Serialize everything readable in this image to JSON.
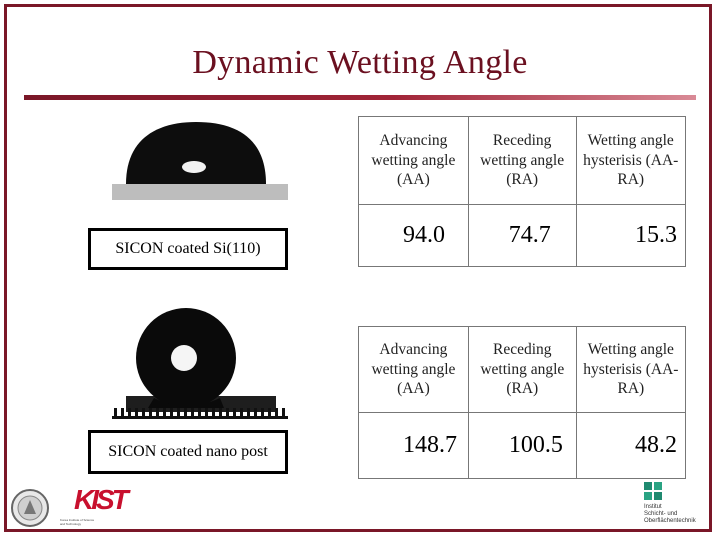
{
  "slide": {
    "title": "Dynamic Wetting Angle"
  },
  "samples": [
    {
      "label": "SICON coated Si(110)",
      "headers": [
        "Advancing wetting angle (AA)",
        "Receding wetting angle (RA)",
        "Wetting angle hysterisis (AA-RA)"
      ],
      "values": [
        "94.0",
        "74.7",
        "15.3"
      ]
    },
    {
      "label": "SICON coated nano post",
      "headers": [
        "Advancing wetting angle (AA)",
        "Receding wetting angle (RA)",
        "Wetting angle hysterisis (AA-RA)"
      ],
      "values": [
        "148.7",
        "100.5",
        "48.2"
      ]
    }
  ],
  "logos": {
    "left_seal_icon": "university-seal-icon",
    "kist_letters": "KIST",
    "kist_caption": "Korea Institute of Science and Technology",
    "right_logo_icon": "institute-logo-icon",
    "right_caption_lines": [
      "Institut",
      "Schicht- und",
      "Oberflächentechnik"
    ]
  },
  "colors": {
    "accent": "#7a1728",
    "title": "#6b1020",
    "kist_red": "#c8102e"
  }
}
